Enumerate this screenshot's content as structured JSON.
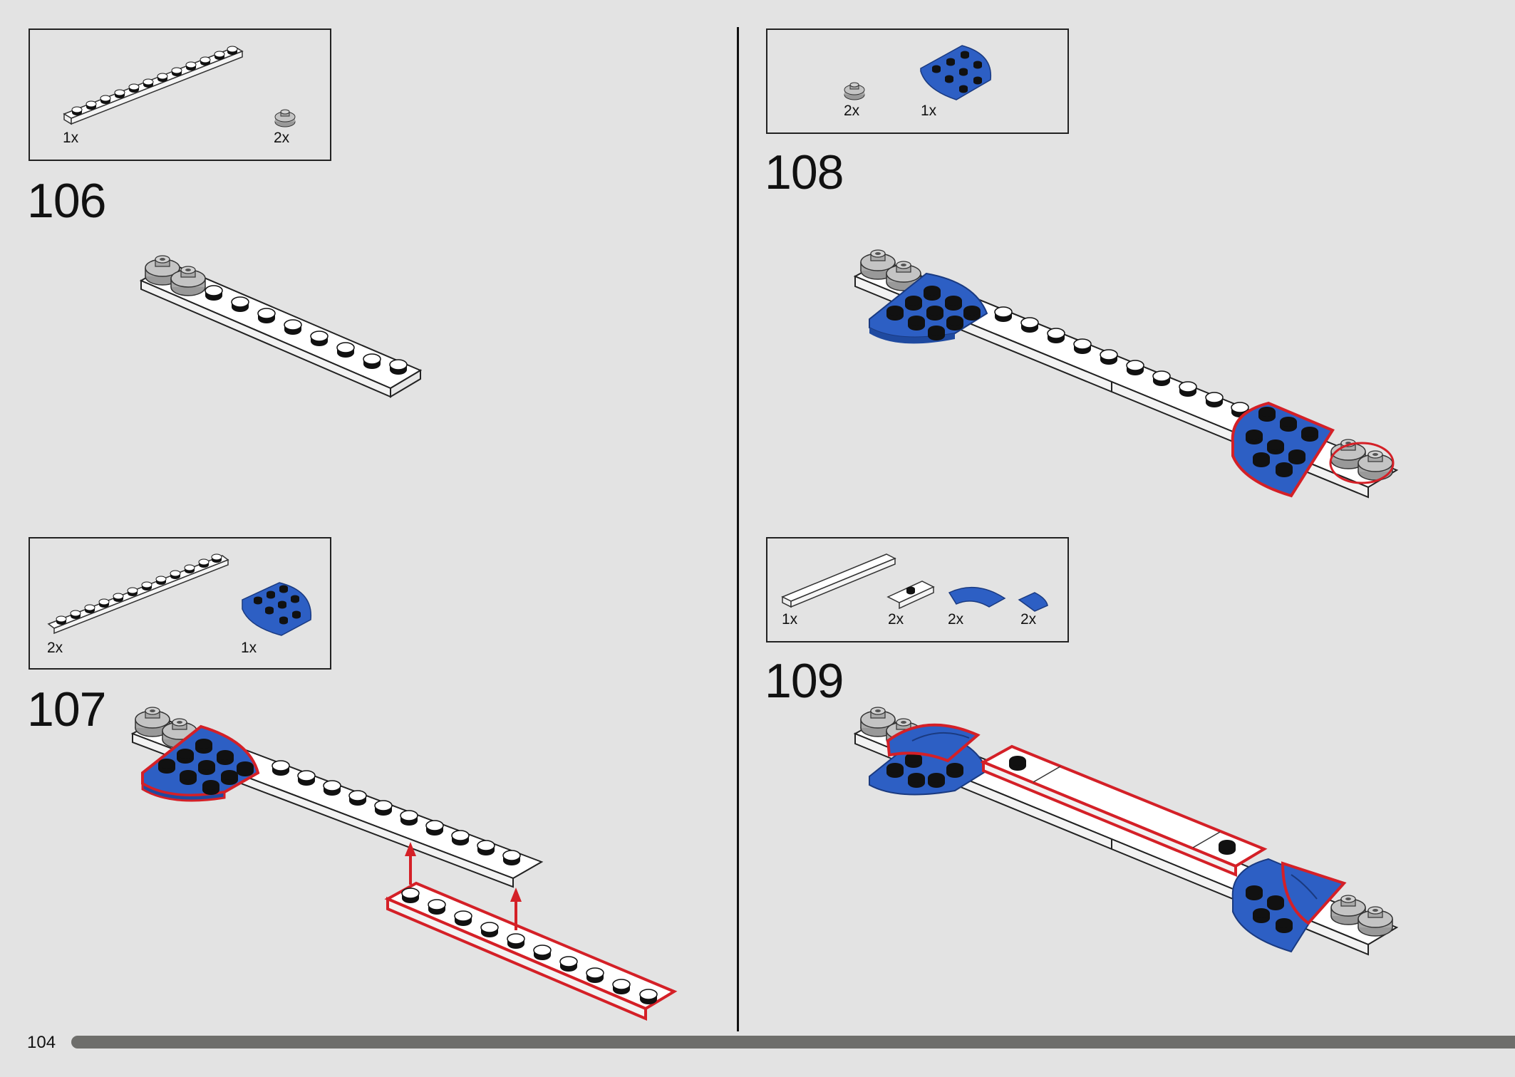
{
  "page": {
    "number": "104"
  },
  "steps": [
    {
      "number": "106",
      "parts": [
        {
          "qty": "1x",
          "name": "white-plate-1x12-icon"
        },
        {
          "qty": "2x",
          "name": "gray-round-plate-icon"
        }
      ]
    },
    {
      "number": "107",
      "parts": [
        {
          "qty": "2x",
          "name": "white-plate-1x12-icon"
        },
        {
          "qty": "1x",
          "name": "blue-round-corner-plate-icon"
        }
      ]
    },
    {
      "number": "108",
      "parts": [
        {
          "qty": "2x",
          "name": "gray-round-plate-icon"
        },
        {
          "qty": "1x",
          "name": "blue-round-corner-plate-icon"
        }
      ]
    },
    {
      "number": "109",
      "parts": [
        {
          "qty": "1x",
          "name": "white-tile-1x8-icon"
        },
        {
          "qty": "2x",
          "name": "white-jumper-plate-icon"
        },
        {
          "qty": "2x",
          "name": "blue-curved-tile-icon"
        },
        {
          "qty": "2x",
          "name": "blue-quarter-tile-icon"
        }
      ]
    }
  ],
  "colors": {
    "background": "#e3e3e3",
    "blue": "#2d5fc4",
    "red_highlight": "#d42027",
    "white": "#ffffff",
    "gray": "#a7a7a7",
    "progress": "#6e6e6b"
  }
}
